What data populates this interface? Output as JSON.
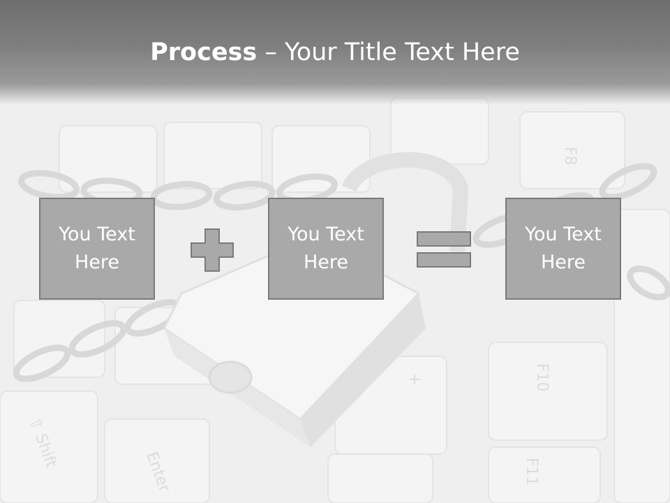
{
  "slide": {
    "title_bold": "Process",
    "title_rest": " – Your Title Text Here",
    "boxes": [
      {
        "text": "You Text Here"
      },
      {
        "text": "You Text Here"
      },
      {
        "text": "You Text Here"
      }
    ],
    "colors": {
      "header": "#7f7f7f",
      "box_fill": "#a9a9a9",
      "box_border": "#7a7a7a",
      "text": "#ffffff"
    },
    "icons": [
      "plus-icon",
      "equals-icon",
      "padlock-keyboard-background"
    ]
  }
}
